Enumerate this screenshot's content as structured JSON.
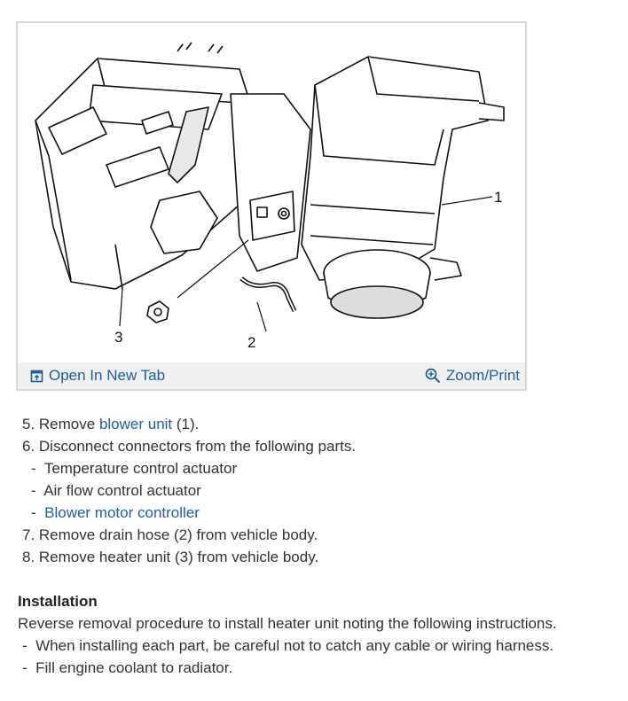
{
  "figure": {
    "callouts": [
      "1",
      "2",
      "3"
    ],
    "open_tab_label": "Open In New Tab",
    "open_tab_icon": "open-new-tab-icon",
    "zoom_label": "Zoom/Print",
    "zoom_icon": "magnifier-plus-icon"
  },
  "steps": {
    "s5": {
      "num": "5. Remove ",
      "link": "blower unit",
      "rest": " (1)."
    },
    "s6": {
      "text": "6. Disconnect connectors from the following parts."
    },
    "s6a": {
      "dash": "-",
      "text": "Temperature control actuator"
    },
    "s6b": {
      "dash": "-",
      "text": "Air flow control actuator"
    },
    "s6c": {
      "dash": "-",
      "link": "Blower motor controller"
    },
    "s7": {
      "text": "7. Remove drain hose (2) from vehicle body."
    },
    "s8": {
      "text": "8. Remove heater unit (3) from vehicle body."
    }
  },
  "installation": {
    "heading": "Installation",
    "intro": "Reverse removal procedure to install heater unit noting the following instructions.",
    "notes": [
      {
        "dash": "-",
        "text": "When installing each part, be careful not to catch any cable or wiring harness."
      },
      {
        "dash": "-",
        "text": "Fill engine coolant to radiator."
      }
    ]
  },
  "colors": {
    "link": "#1f5fa0",
    "bar": "#f0f0f0",
    "border": "#d8d8d8"
  }
}
